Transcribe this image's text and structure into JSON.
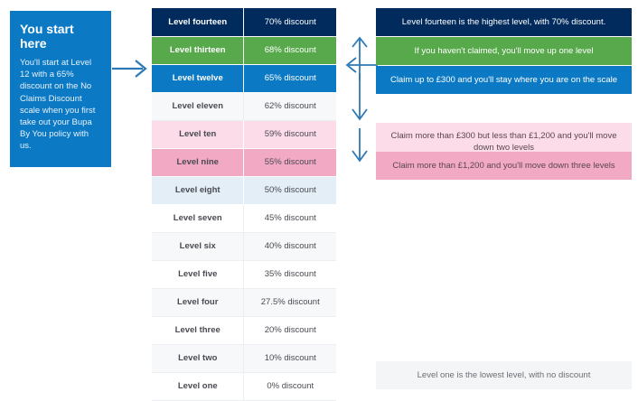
{
  "intro": {
    "title": "You start here",
    "body": "You'll start at Level 12 with a 65% discount on the No Claims Discount scale when you first take out your Bupa By You policy with us.",
    "arrow_icon": "arrow-right-icon"
  },
  "table": {
    "rows": [
      {
        "level": "Level fourteen",
        "discount": "70% discount",
        "bg": "#002b5c",
        "fg": "#ffffff",
        "sep": "white"
      },
      {
        "level": "Level thirteen",
        "discount": "68% discount",
        "bg": "#57a94b",
        "fg": "#ffffff",
        "sep": "white"
      },
      {
        "level": "Level twelve",
        "discount": "65% discount",
        "bg": "#0b79c4",
        "fg": "#ffffff",
        "sep": "white"
      },
      {
        "level": "Level eleven",
        "discount": "62% discount",
        "bg": "#f7f8fa",
        "fg": "#4a4a52",
        "sep": "grey"
      },
      {
        "level": "Level ten",
        "discount": "59% discount",
        "bg": "#fbdce8",
        "fg": "#4a4a52",
        "sep": "white"
      },
      {
        "level": "Level nine",
        "discount": "55% discount",
        "bg": "#f2a9c4",
        "fg": "#4a4a52",
        "sep": "white"
      },
      {
        "level": "Level eight",
        "discount": "50% discount",
        "bg": "#e4eef6",
        "fg": "#4a4a52",
        "sep": "white"
      },
      {
        "level": "Level seven",
        "discount": "45% discount",
        "bg": "#ffffff",
        "fg": "#4a4a52",
        "sep": "grey"
      },
      {
        "level": "Level six",
        "discount": "40% discount",
        "bg": "#f7f8fa",
        "fg": "#4a4a52",
        "sep": "grey"
      },
      {
        "level": "Level five",
        "discount": "35% discount",
        "bg": "#ffffff",
        "fg": "#4a4a52",
        "sep": "grey"
      },
      {
        "level": "Level four",
        "discount": "27.5% discount",
        "bg": "#f7f8fa",
        "fg": "#4a4a52",
        "sep": "grey"
      },
      {
        "level": "Level three",
        "discount": "20% discount",
        "bg": "#ffffff",
        "fg": "#4a4a52",
        "sep": "grey"
      },
      {
        "level": "Level two",
        "discount": "10% discount",
        "bg": "#f7f8fa",
        "fg": "#4a4a52",
        "sep": "grey"
      },
      {
        "level": "Level one",
        "discount": "0% discount",
        "bg": "#ffffff",
        "fg": "#4a4a52",
        "sep": "grey"
      }
    ]
  },
  "arrows": {
    "up_icon": "arrow-up-icon",
    "left_icon": "arrow-left-icon",
    "down_two_icon": "arrow-down-icon",
    "down_three_icon": "arrow-down-icon"
  },
  "callouts": {
    "top": "Level fourteen is the highest level, with 70% discount.",
    "green": "If you haven't claimed, you'll move up one level",
    "blue": "Claim up to £300 and you'll stay where you are on the scale",
    "pink_light": "Claim more than £300 but less than £1,200 and you'll move down two levels",
    "pink_mid": "Claim more than £1,200 and you'll move down three levels",
    "bottom": "Level one is the lowest level, with no discount"
  },
  "colors": {
    "navy": "#002b5c",
    "green": "#57a94b",
    "blue": "#0b79c4",
    "pink_light": "#fbdce8",
    "pink_mid": "#f2a9c4",
    "pale_blue": "#e4eef6",
    "off_white": "#f7f8fa",
    "arrow_blue": "#2e79b5"
  }
}
